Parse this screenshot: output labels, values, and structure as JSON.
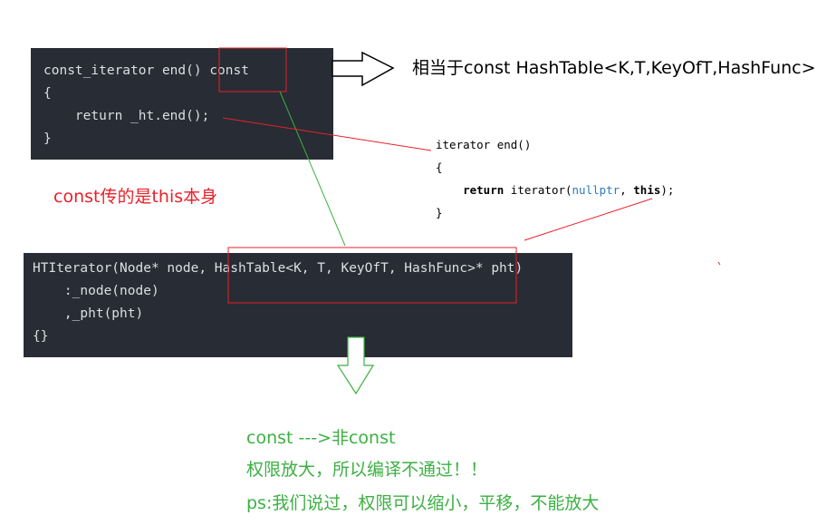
{
  "code_block_1": {
    "lines": [
      "const_iterator end() const",
      "{",
      "    return _ht.end();",
      "}"
    ]
  },
  "annotation_equiv": "相当于const HashTable<K,T,KeyOfT,HashFunc>",
  "annotation_this": "const传的是this本身",
  "code_block_end": {
    "line1": "iterator end()",
    "line2": "{",
    "line3_indent": "    ",
    "line3_kw": "return",
    "line3_call": " iterator(",
    "line3_null": "nullptr",
    "line3_sep": ", ",
    "line3_this": "this",
    "line3_end": ");",
    "line4": "}"
  },
  "code_block_2": {
    "lines": [
      "HTIterator(Node* node, HashTable<K, T, KeyOfT, HashFunc>* pht)",
      "    :_node(node)",
      "    ,_pht(pht)",
      "{}"
    ]
  },
  "conclusion": {
    "line1": "const --->非const",
    "line2": "权限放大，所以编译不通过！！",
    "line3": "ps:我们说过，权限可以缩小，平移，不能放大"
  },
  "colors": {
    "highlight_red": "#e8212a",
    "connector_green": "#3cb043",
    "code_bg": "#282c34",
    "note_red": "#e8212a"
  }
}
